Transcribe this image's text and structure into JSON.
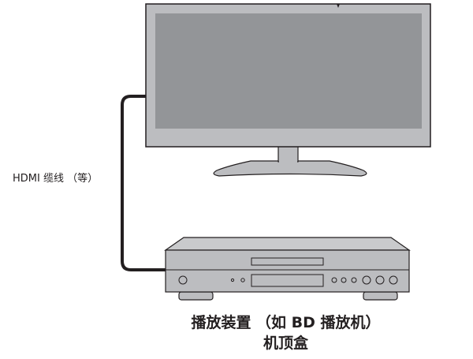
{
  "labels": {
    "cable": "HDMI 缆线 （等）",
    "device_line1": "播放装置 （如 BD 播放机）",
    "device_line2": "机顶盒"
  },
  "colors": {
    "outline": "#231f20",
    "tv_bezel": "#bcbdc0",
    "tv_screen": "#939598",
    "player_body": "#bcbdc0",
    "player_top": "#c9cacc",
    "cable": "#231f20",
    "background": "#ffffff"
  },
  "devices": {
    "tv": {
      "name": "TV / monitor"
    },
    "player": {
      "name": "BD player / set-top box"
    }
  }
}
